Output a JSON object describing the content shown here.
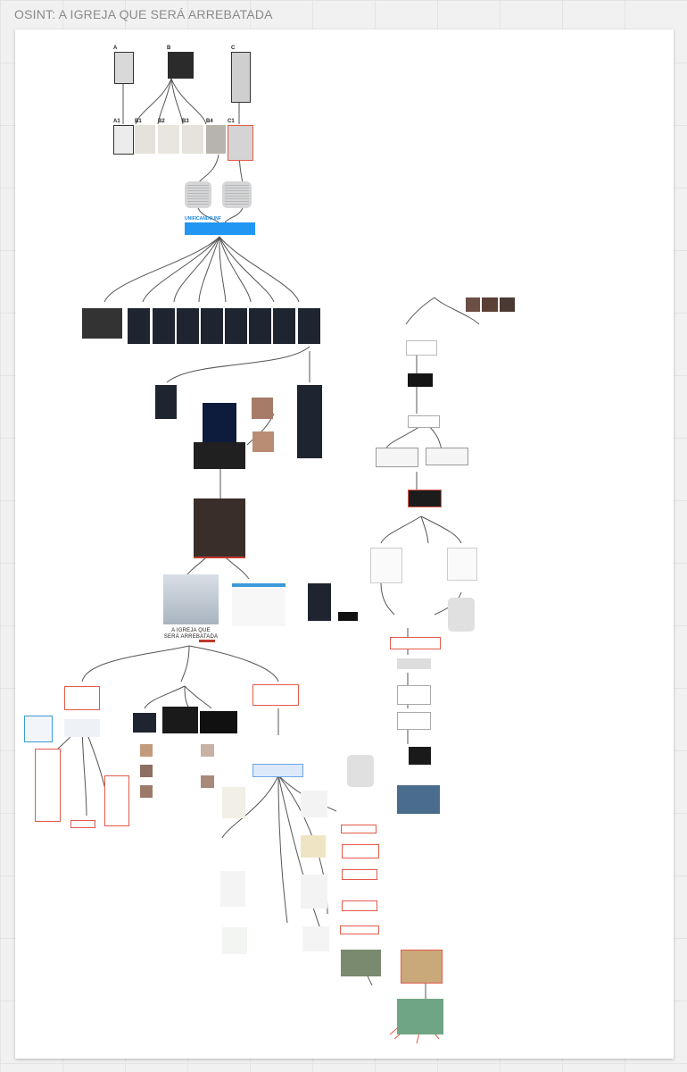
{
  "board": {
    "title": "OSINT: A IGREJA QUE SERÁ ARREBATADA"
  },
  "nodes": {
    "top": [
      "A",
      "B",
      "C"
    ],
    "second_row": [
      "A1",
      "B1",
      "B2",
      "B3",
      "B4",
      "C1"
    ],
    "hub": {
      "title": "UNIFICANDO INF"
    },
    "final_caption": "A IGREJA QUE SERÁ ARREBATADA"
  },
  "colors": {
    "hub": "#2196f3",
    "note_border": "#e35a4a",
    "connector": "#555555",
    "background": "#f1f1f1"
  }
}
